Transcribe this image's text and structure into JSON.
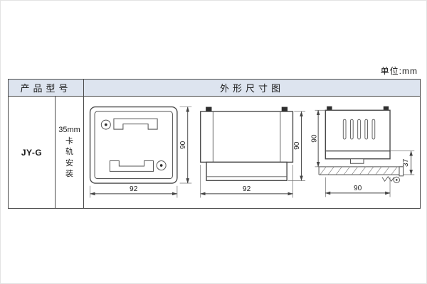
{
  "unit_label": "单位:mm",
  "colors": {
    "header_bg": "#dde4ef",
    "line": "#4a4a4a"
  },
  "table": {
    "header": {
      "product_model": "产品型号",
      "dimension_drawing": "外形尺寸图"
    },
    "row": {
      "model": "JY-G",
      "mounting_line1": "35mm",
      "mounting_chars": [
        "卡",
        "轨",
        "安",
        "装"
      ]
    }
  },
  "drawings": {
    "front_view": {
      "width_mm": "92",
      "height_mm": "90"
    },
    "side_view": {
      "width_mm": "92",
      "height_mm": "90"
    },
    "rail_view": {
      "height_mm": "90",
      "depth_mm": "37",
      "width_mm": "90"
    }
  }
}
